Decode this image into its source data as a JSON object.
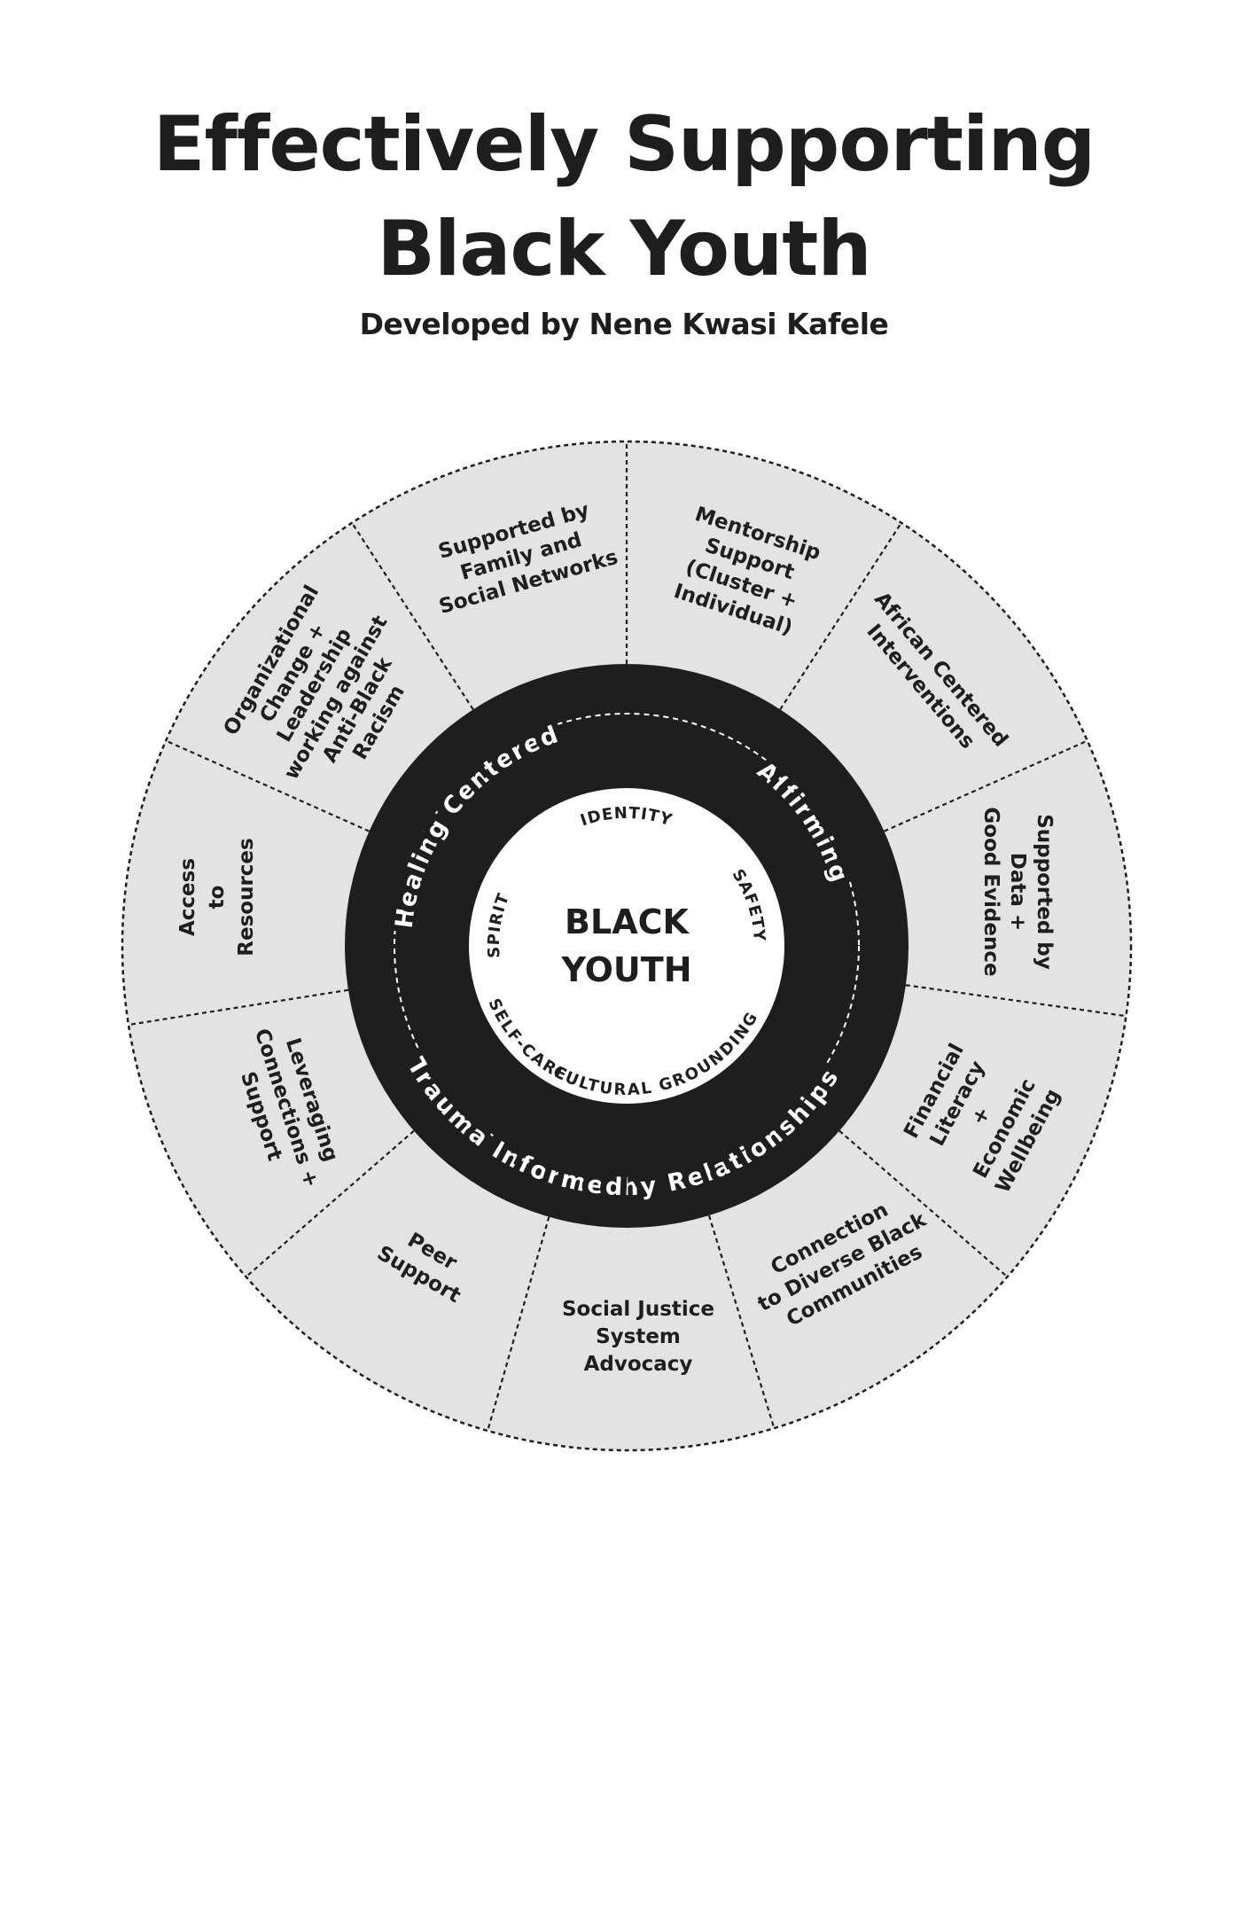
{
  "title": {
    "line1": "Effectively Supporting",
    "line2": "Black Youth"
  },
  "subtitle": "Developed by Nene Kwasi Kafele",
  "colors": {
    "segment_fill": "#e3e3e4",
    "ring_fill": "#1e1e1e",
    "text": "#1e1e1e",
    "divider": "#1e1e1e"
  },
  "center": {
    "line1": "BLACK",
    "line2": "YOUTH"
  },
  "inner_words": [
    "IDENTITY",
    "SAFETY",
    "SELF-CARE",
    "CULTURAL GROUNDING",
    "SPIRIT"
  ],
  "ring_words": [
    "Healing Centered",
    "Affirming",
    "Healthy Relationships",
    "Trauma Informed"
  ],
  "segments": [
    {
      "lines": [
        "Supported by",
        "Family and",
        "Social Networks"
      ]
    },
    {
      "lines": [
        "Mentorship",
        "Support",
        "(Cluster +",
        "Individual)"
      ]
    },
    {
      "lines": [
        "African Centered",
        "Interventions"
      ]
    },
    {
      "lines": [
        "Supported by",
        "Data +",
        "Good Evidence"
      ]
    },
    {
      "lines": [
        "Financial",
        "Literacy",
        "+",
        "Economic",
        "Wellbeing"
      ]
    },
    {
      "lines": [
        "Connection",
        "to Diverse Black",
        "Communities"
      ]
    },
    {
      "lines": [
        "Social Justice",
        "System",
        "Advocacy"
      ]
    },
    {
      "lines": [
        "Peer",
        "Support"
      ]
    },
    {
      "lines": [
        "Leveraging",
        "Connections +",
        "Support"
      ]
    },
    {
      "lines": [
        "Access",
        "to",
        "Resources"
      ]
    },
    {
      "lines": [
        "Organizational",
        "Change +",
        "Leadership",
        "working against",
        "Anti-Black",
        "Racism"
      ]
    }
  ]
}
